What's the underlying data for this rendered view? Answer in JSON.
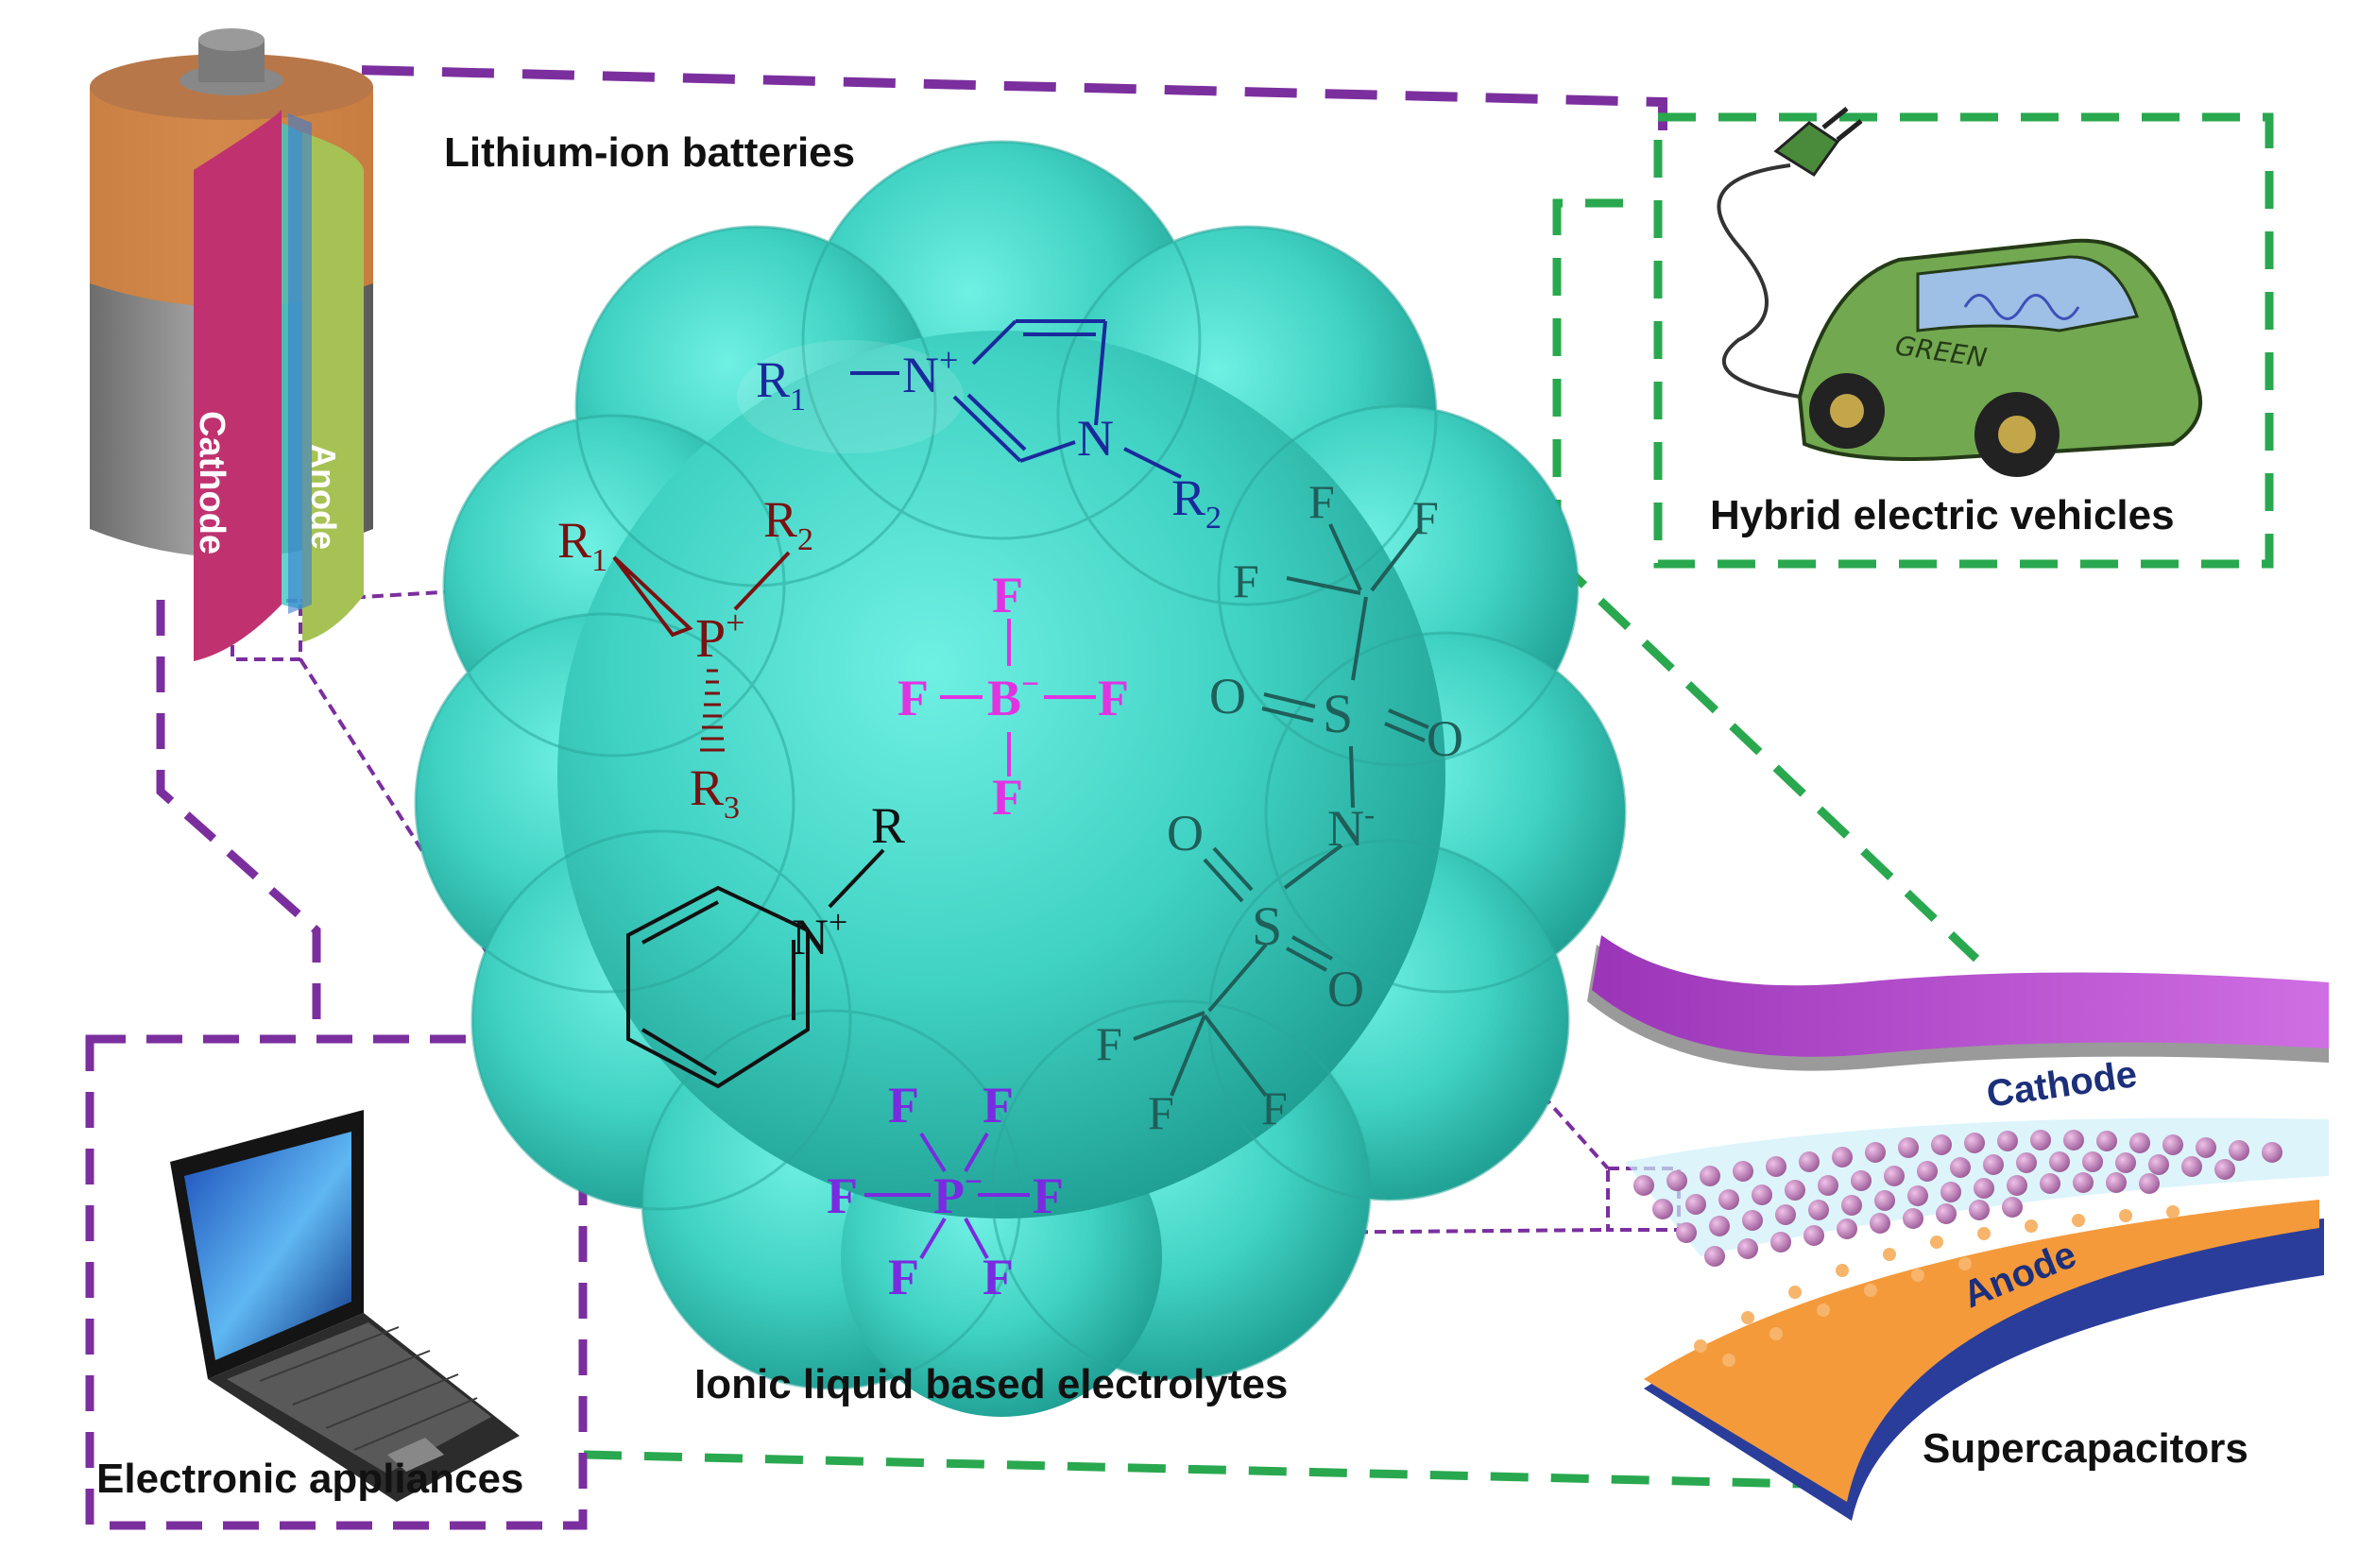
{
  "labels": {
    "lithium": "Lithium-ion batteries",
    "hev": "Hybrid electric vehicles",
    "center": "Ionic liquid based electrolytes",
    "super": "Supercapacitors",
    "appliances": "Electronic appliances",
    "battery_cathode": "Cathode",
    "battery_anode": "Anode",
    "cap_cathode": "Cathode",
    "cap_anode": "Anode",
    "car_text": "GREEN"
  },
  "chem": {
    "imid_r1": "R",
    "imid_r1_sub": "1",
    "imid_n_plus": "N",
    "imid_n_plus_sup": "+",
    "imid_n": "N",
    "imid_r2": "R",
    "imid_r2_sub": "2",
    "phos_r1": "R",
    "phos_r1_sub": "1",
    "phos_r2": "R",
    "phos_r2_sub": "2",
    "phos_p": "P",
    "phos_p_sup": "+",
    "phos_r3": "R",
    "phos_r3_sub": "3",
    "pyr_r": "R",
    "pyr_n": "N",
    "pyr_n_sup": "+",
    "bf4_b": "B",
    "bf4_sup": "−",
    "f": "F",
    "pf6_p": "P",
    "pf6_sup": "−",
    "tfsi_s": "S",
    "tfsi_o": "O",
    "tfsi_n": "N",
    "tfsi_n_sup": "-"
  },
  "colors": {
    "cluster": "#40d2c3",
    "imidazolium": "#1a2a9c",
    "phosphonium": "#7a1212",
    "tetrafluoroborate": "#e233e2",
    "hexafluorophosphate": "#7a2ae0",
    "tfsi": "#1f5f5a",
    "purple_dash": "#7b2f9e",
    "green_dash": "#2aa84f"
  }
}
